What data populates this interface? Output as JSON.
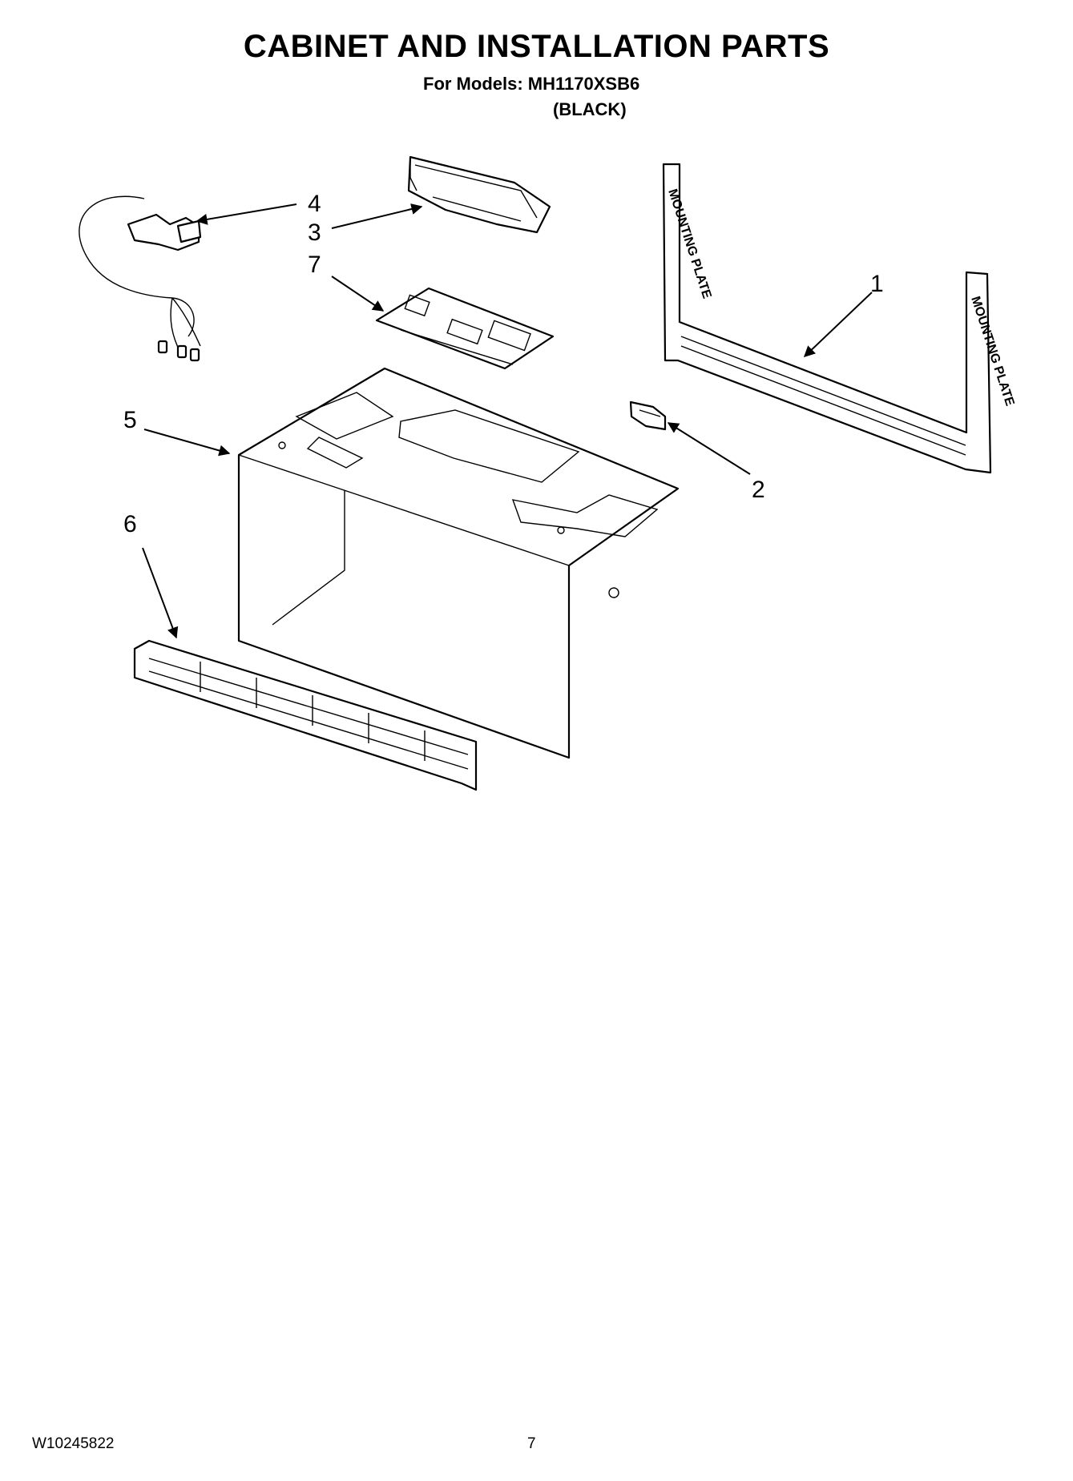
{
  "header": {
    "title": "CABINET AND INSTALLATION PARTS",
    "models": "For Models: MH1170XSB6",
    "variant": "(BLACK)"
  },
  "diagram": {
    "plate_label": "MOUNTING PLATE",
    "callouts": [
      {
        "id": "1",
        "label": "1"
      },
      {
        "id": "2",
        "label": "2"
      },
      {
        "id": "3",
        "label": "3"
      },
      {
        "id": "4",
        "label": "4"
      },
      {
        "id": "5",
        "label": "5"
      },
      {
        "id": "6",
        "label": "6"
      },
      {
        "id": "7",
        "label": "7"
      }
    ]
  },
  "footer": {
    "document_number": "W10245822",
    "page_number": "7"
  }
}
